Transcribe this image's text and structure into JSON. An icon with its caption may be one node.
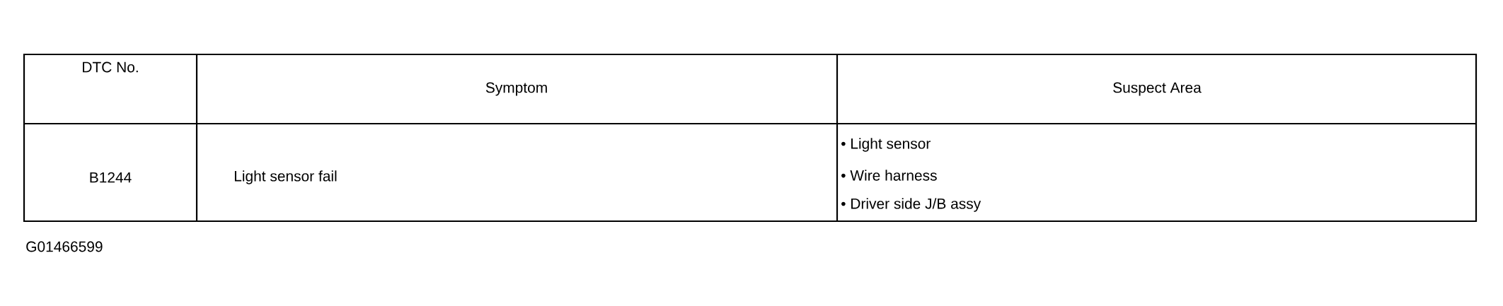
{
  "diagram": {
    "labels": [
      "DTC No.",
      "Symptom",
      "Suspect Area",
      "B1244",
      "Light sensor fail",
      "• Light sensor",
      "• Wire harness",
      "• Driver side J/B assy",
      "G01466599"
    ]
  }
}
